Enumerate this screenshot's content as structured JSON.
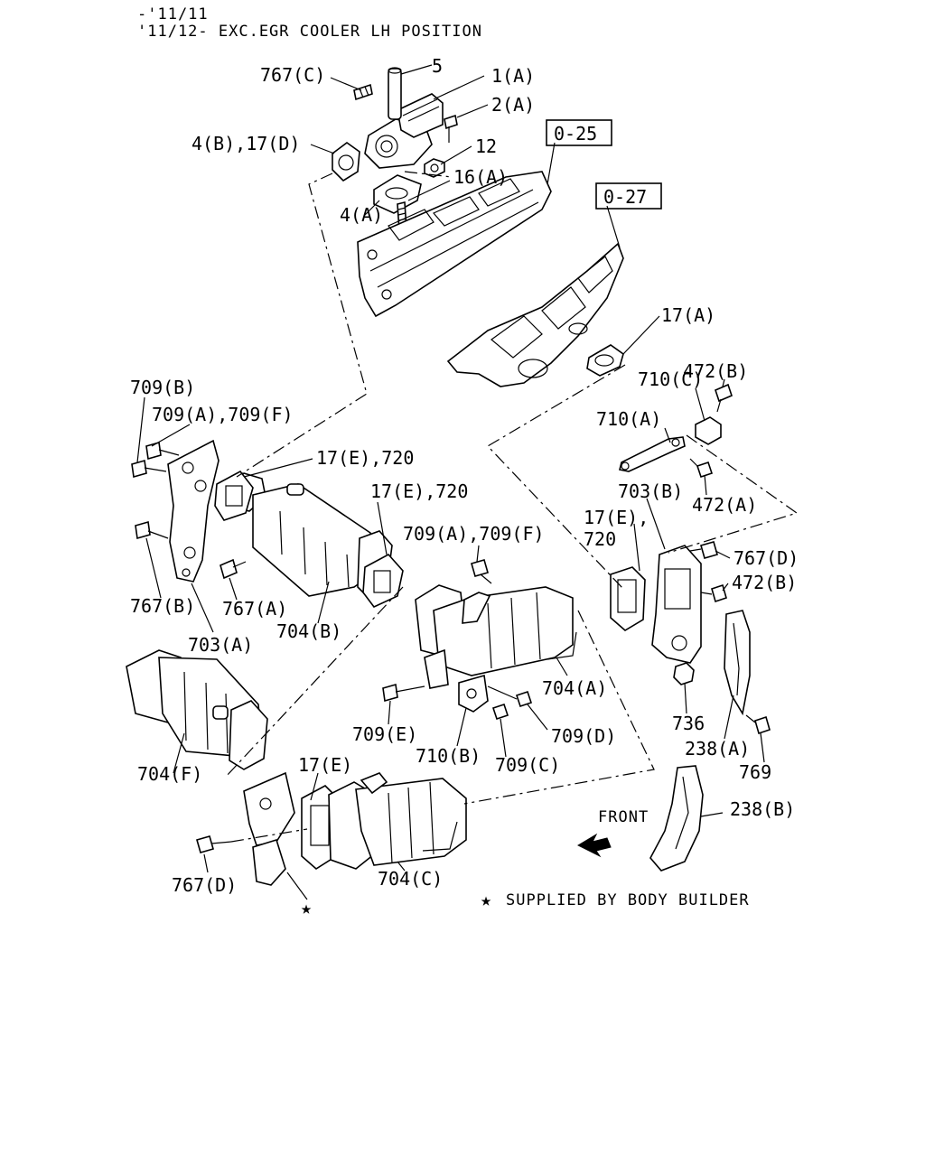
{
  "header": {
    "line1": "-'11/11",
    "line2": "'11/12- EXC.EGR COOLER LH POSITION"
  },
  "refs": [
    "0-25",
    "0-27"
  ],
  "labels": {
    "p767c_top": "767(C)",
    "p5": "5",
    "p1a": "1(A)",
    "p2a": "2(A)",
    "p12": "12",
    "p4b17d": "4(B),17(D)",
    "p16a": "16(A)",
    "p4a": "4(A)",
    "p17a": "17(A)",
    "p472b_top": "472(B)",
    "p710c": "710(C)",
    "p710a": "710(A)",
    "p709b": "709(B)",
    "p709a709f_left": "709(A),709(F)",
    "p17e720_a": "17(E),720",
    "p17e720_b": "17(E),720",
    "p709a709f_mid": "709(A),709(F)",
    "p703b": "703(B)",
    "p17e_right_1": "17(E),",
    "p17e_right_2": "720",
    "p472a": "472(A)",
    "p767d_right": "767(D)",
    "p472b_right": "472(B)",
    "p767b": "767(B)",
    "p767a": "767(A)",
    "p704b": "704(B)",
    "p703a": "703(A)",
    "p704a": "704(A)",
    "p709e": "709(E)",
    "p709d": "709(D)",
    "p710b": "710(B)",
    "p709c": "709(C)",
    "p736": "736",
    "p238a": "238(A)",
    "p769": "769",
    "p704f": "704(F)",
    "p17e_bottom": "17(E)",
    "p238b": "238(B)",
    "front": "FRONT",
    "p767d_bottom": "767(D)",
    "p704c": "704(C)"
  },
  "note": {
    "star": "★",
    "text": "SUPPLIED BY BODY BUILDER"
  }
}
